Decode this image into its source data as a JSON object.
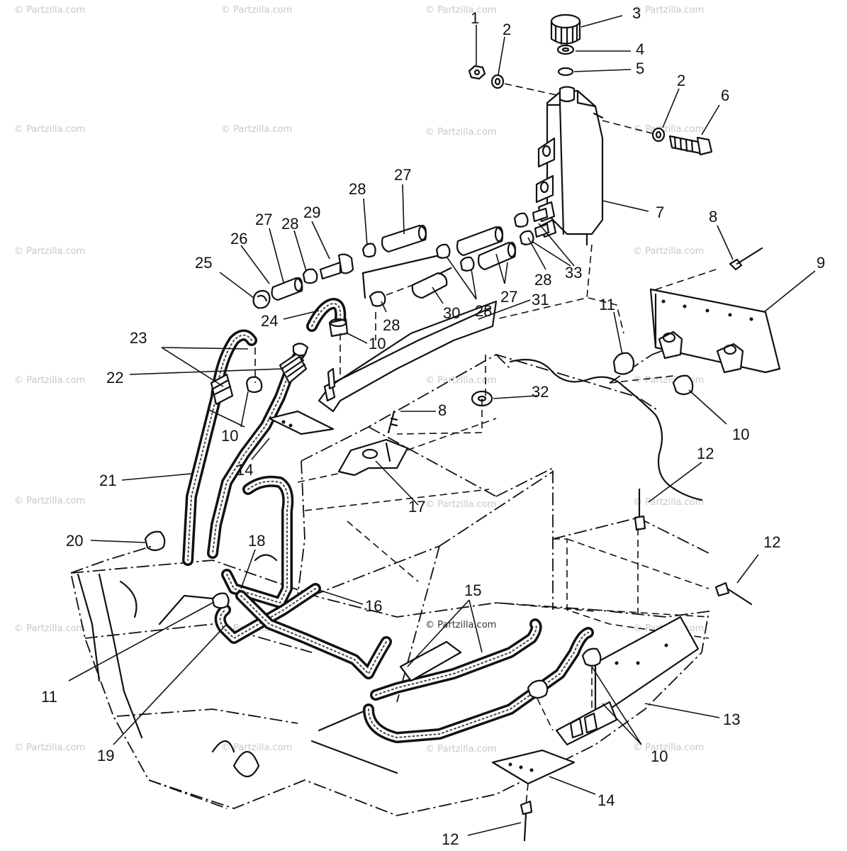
{
  "watermark": "© Partzilla.com",
  "callouts": {
    "c1": "1",
    "c2a": "2",
    "c3": "3",
    "c4": "4",
    "c5": "5",
    "c2b": "2",
    "c6": "6",
    "c7": "7",
    "c8a": "8",
    "c9": "9",
    "c27a": "27",
    "c28a": "28",
    "c27b": "27",
    "c28b": "28",
    "c29": "29",
    "c26": "26",
    "c25": "25",
    "c33": "33",
    "c28c": "28",
    "c27c": "27",
    "c28d": "28",
    "c30": "30",
    "c28e": "28",
    "c31": "31",
    "c11a": "11",
    "c24": "24",
    "c10a": "10",
    "c23": "23",
    "c22": "22",
    "c10b": "10",
    "c32": "32",
    "c8b": "8",
    "c10c": "10",
    "c14a": "14",
    "c17": "17",
    "c21": "21",
    "c12a": "12",
    "c12b": "12",
    "c20": "20",
    "c18": "18",
    "c16": "16",
    "c15": "15",
    "c13": "13",
    "c11b": "11",
    "c19": "19",
    "c10d": "10",
    "c14b": "14",
    "c12c": "12"
  }
}
